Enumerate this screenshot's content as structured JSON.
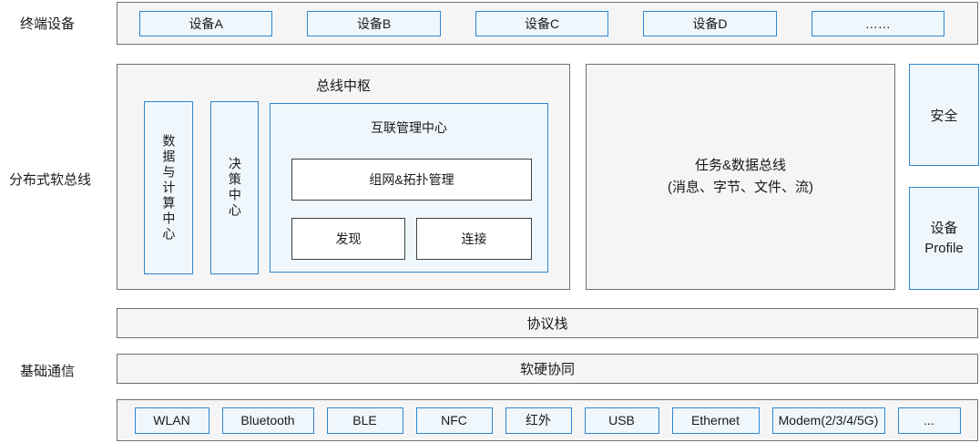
{
  "side_labels": {
    "terminal_devices": "终端设备",
    "distributed_softbus": "分布式软总线",
    "basic_communication": "基础通信"
  },
  "terminal_row": {
    "devices": [
      "设备A",
      "设备B",
      "设备C",
      "设备D",
      "……"
    ]
  },
  "bus_hub": {
    "title": "总线中枢",
    "data_compute_center": "数据与计算中心",
    "decision_center": "决策中心",
    "interconnect_center": {
      "title": "互联管理中心",
      "networking_topology_mgmt": "组网&拓扑管理",
      "discovery": "发现",
      "connection": "连接"
    }
  },
  "task_data_bus": {
    "line1": "任务&数据总线",
    "line2": "(消息、字节、文件、流)"
  },
  "security_label": "安全",
  "device_profile": {
    "line1": "设备",
    "line2": "Profile"
  },
  "protocol_stack": "协议栈",
  "software_hardware_collaboration": "软硬协同",
  "connectivity_row": {
    "items": [
      "WLAN",
      "Bluetooth",
      "BLE",
      "NFC",
      "红外",
      "USB",
      "Ethernet",
      "Modem(2/3/4/5G)",
      "..."
    ]
  },
  "colors": {
    "blue_border": "#2e86d1",
    "blue_fill": "#eff7fc",
    "gray_border": "#707070",
    "gray_fill": "#f5f5f6",
    "dark_border": "#3f3f3f",
    "text": "#1a1a1a"
  }
}
